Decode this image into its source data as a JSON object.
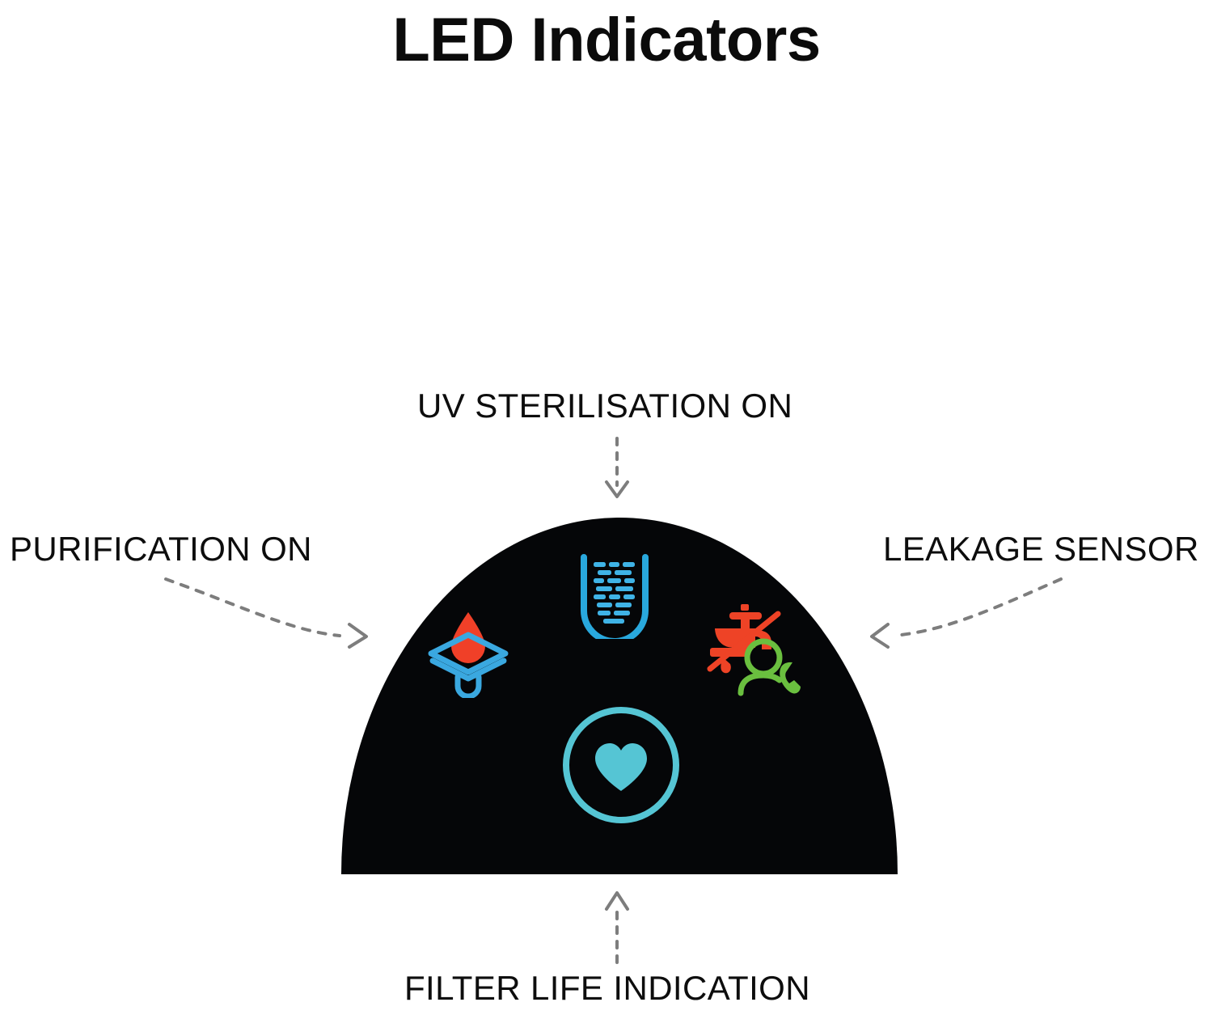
{
  "page": {
    "title": "LED Indicators",
    "background_color": "#ffffff",
    "dome_color": "#050608"
  },
  "callouts": [
    {
      "id": "uv",
      "label": "UV STERILISATION ON",
      "arrow": "straight-down-dashed-arrow",
      "icon_name": "uv-lamp-icon",
      "icon_color": "#29a8dd"
    },
    {
      "id": "purification",
      "label": "PURIFICATION ON",
      "arrow": "curved-right-dashed-arrow",
      "icon_name": "water-droplet-filter-icon",
      "icon_color": "#3aa8e0",
      "icon_accent_color": "#f04028"
    },
    {
      "id": "leakage",
      "label": "LEAKAGE SENSOR",
      "arrow": "curved-left-dashed-arrow",
      "icon_name": "leaking-tap-and-support-call-icon",
      "icon_color": "#ee4326",
      "icon_accent_color": "#6abf3f"
    },
    {
      "id": "filter_life",
      "label": "FILTER LIFE INDICATION",
      "arrow": "straight-up-dashed-arrow",
      "icon_name": "heart-in-circle-icon",
      "icon_color": "#55c5d4"
    }
  ],
  "colors": {
    "text": "#0d0d0d",
    "arrow": "#7d7d7d",
    "cyan": "#29a8dd",
    "light_blue": "#3aa8e0",
    "turquoise": "#55c5d4",
    "red": "#f04028",
    "green": "#6abf3f"
  }
}
